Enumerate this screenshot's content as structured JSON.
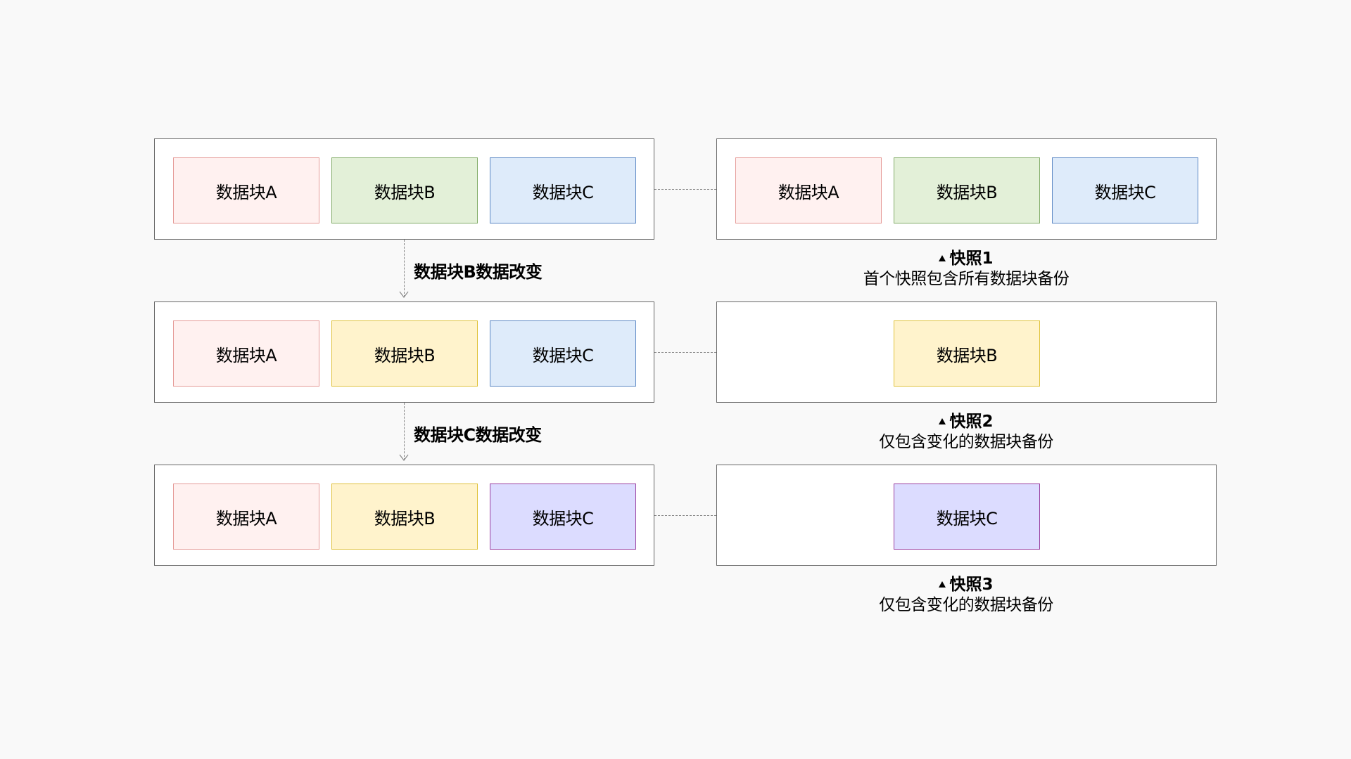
{
  "colors": {
    "block_a": {
      "fill": "#fff1f0",
      "border": "#e59a97"
    },
    "block_b_original": {
      "fill": "#e3f0d8",
      "border": "#84ad6a"
    },
    "block_b_changed": {
      "fill": "#fff3cc",
      "border": "#e0c23b"
    },
    "block_c_original": {
      "fill": "#deebfa",
      "border": "#5c88c4"
    },
    "block_c_changed": {
      "fill": "#dcdcff",
      "border": "#9a3fa0"
    }
  },
  "rows": [
    {
      "blocks": [
        {
          "label": "数据块A",
          "kind": "block_a"
        },
        {
          "label": "数据块B",
          "kind": "block_b_original"
        },
        {
          "label": "数据块C",
          "kind": "block_c_original"
        }
      ],
      "snapshot_blocks": [
        {
          "label": "数据块A",
          "kind": "block_a"
        },
        {
          "label": "数据块B",
          "kind": "block_b_original"
        },
        {
          "label": "数据块C",
          "kind": "block_c_original"
        }
      ],
      "snapshot_title": "快照1",
      "snapshot_desc": "首个快照包含所有数据块备份"
    },
    {
      "blocks": [
        {
          "label": "数据块A",
          "kind": "block_a"
        },
        {
          "label": "数据块B",
          "kind": "block_b_changed"
        },
        {
          "label": "数据块C",
          "kind": "block_c_original"
        }
      ],
      "snapshot_blocks": [
        {
          "label": "数据块B",
          "kind": "block_b_changed"
        }
      ],
      "snapshot_title": "快照2",
      "snapshot_desc": "仅包含变化的数据块备份"
    },
    {
      "blocks": [
        {
          "label": "数据块A",
          "kind": "block_a"
        },
        {
          "label": "数据块B",
          "kind": "block_b_changed"
        },
        {
          "label": "数据块C",
          "kind": "block_c_changed"
        }
      ],
      "snapshot_blocks": [
        {
          "label": "数据块C",
          "kind": "block_c_changed"
        }
      ],
      "snapshot_title": "快照3",
      "snapshot_desc": "仅包含变化的数据块备份"
    }
  ],
  "changes": [
    {
      "label": "数据块B数据改变"
    },
    {
      "label": "数据块C数据改变"
    }
  ]
}
